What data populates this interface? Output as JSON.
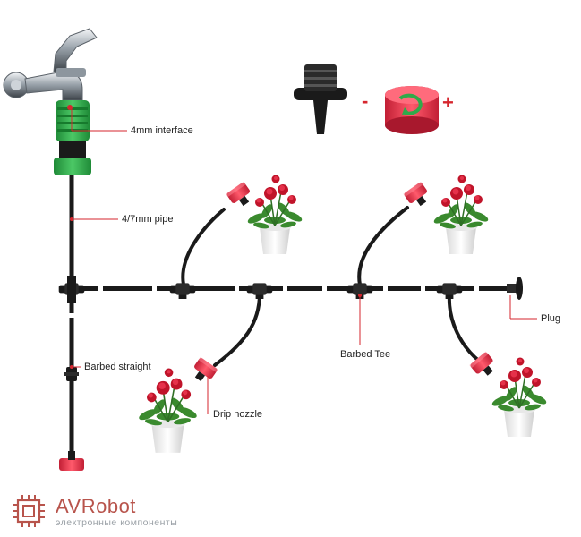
{
  "labels": {
    "interface": "4mm interface",
    "pipe": "4/7mm pipe",
    "barbed_straight": "Barbed straight",
    "drip_nozzle": "Drip nozzle",
    "barbed_tee": "Barbed Tee",
    "plug": "Plug"
  },
  "adjust": {
    "minus": "-",
    "plus": "+"
  },
  "brand": {
    "name": "AVRobot",
    "tagline": "электронные компоненты"
  },
  "colors": {
    "accent_red": "#d6262e",
    "fitting_green": "#2faa4a",
    "pipe_black": "#1a1a1a",
    "brand_red": "#b8544c"
  }
}
